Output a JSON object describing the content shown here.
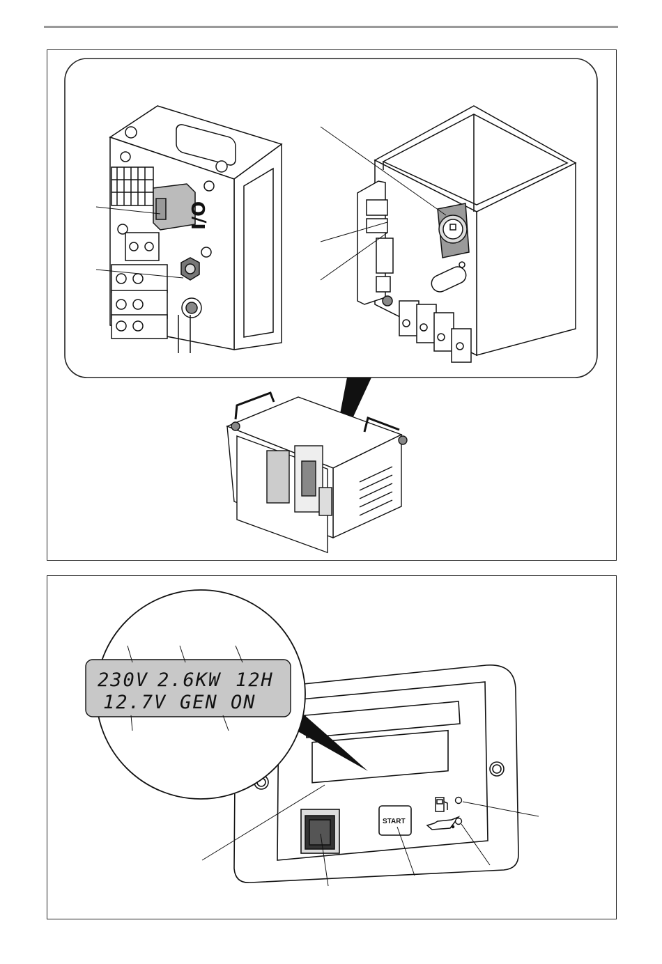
{
  "figure1": {
    "switch_symbol": "I/O"
  },
  "figure2": {
    "display": {
      "line1": {
        "voltage_ac": "230V",
        "power": "2.6KW",
        "hours": "12H"
      },
      "line2": {
        "voltage_battery": "12.7V",
        "status": "GEN ON"
      }
    },
    "start_label": "START"
  }
}
